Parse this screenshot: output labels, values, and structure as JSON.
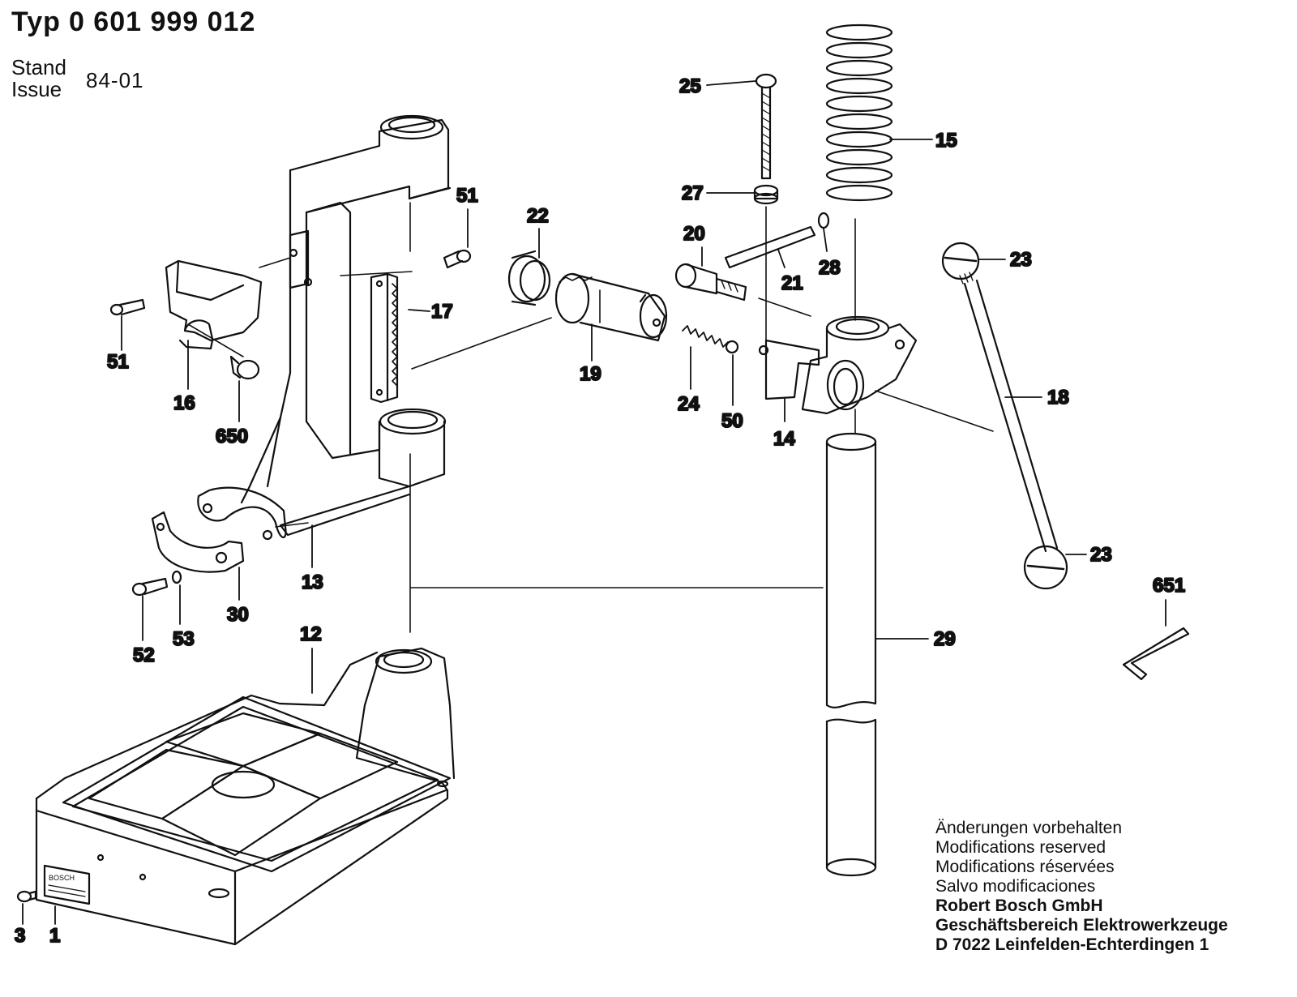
{
  "header": {
    "typ_label": "Typ",
    "typ_number": "0 601 999 012",
    "stand_label": "Stand",
    "issue_label": "Issue",
    "issue_value": "84-01"
  },
  "callouts": {
    "c25": "25",
    "c15": "15",
    "c51a": "51",
    "c22": "22",
    "c27": "27",
    "c20": "20",
    "c28": "28",
    "c23a": "23",
    "c21": "21",
    "c17": "17",
    "c51b": "51",
    "c19": "19",
    "c24": "24",
    "c50": "50",
    "c14": "14",
    "c18": "18",
    "c16": "16",
    "c650": "650",
    "c13": "13",
    "c23b": "23",
    "c651": "651",
    "c30": "30",
    "c53": "53",
    "c52": "52",
    "c12": "12",
    "c29": "29",
    "c3": "3",
    "c1": "1"
  },
  "notice": {
    "line_de": "Änderungen vorbehalten",
    "line_en": "Modifications reserved",
    "line_fr": "Modifications réservées",
    "line_es": "Salvo modificaciones",
    "company": "Robert Bosch GmbH",
    "division": "Geschäftsbereich Elektrowerkzeuge",
    "address": "D 7022 Leinfelden-Echterdingen 1"
  },
  "nameplate_logo": "BOSCH"
}
